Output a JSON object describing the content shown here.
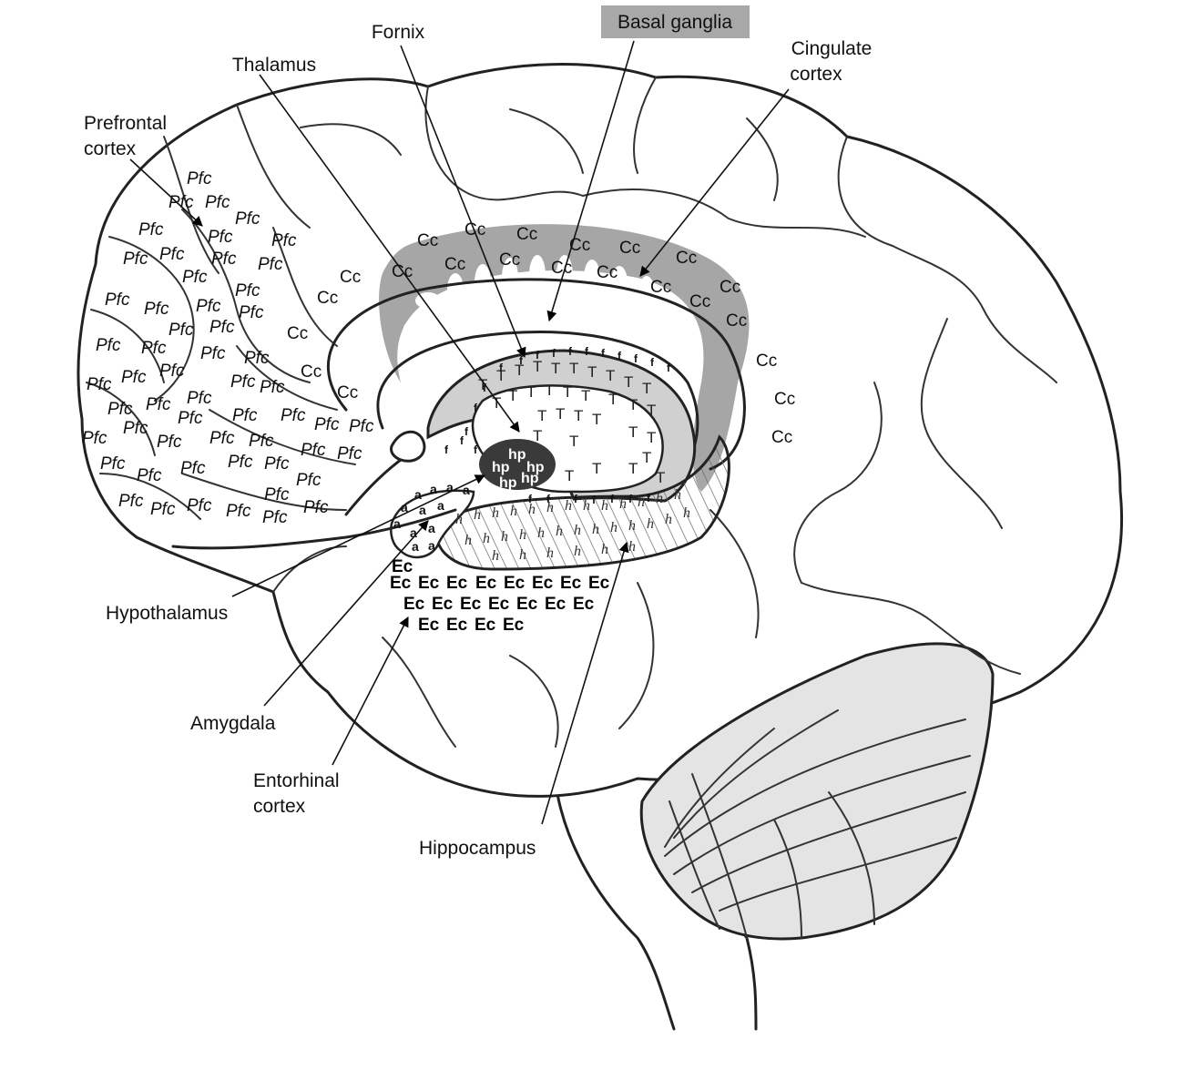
{
  "labels": {
    "basal_ganglia": "Basal ganglia",
    "fornix": "Fornix",
    "thalamus": "Thalamus",
    "cingulate_line1": "Cingulate",
    "cingulate_line2": "cortex",
    "prefrontal_line1": "Prefrontal",
    "prefrontal_line2": "cortex",
    "hypothalamus": "Hypothalamus",
    "amygdala": "Amygdala",
    "entorhinal_line1": "Entorhinal",
    "entorhinal_line2": "cortex",
    "hippocampus": "Hippocampus"
  },
  "region_codes": {
    "prefrontal": "Pfc",
    "cingulate": "Cc",
    "entorhinal": "Ec",
    "thalamus": "T",
    "fornix": "f",
    "amygdala": "a",
    "hypothalamus": "hp",
    "hippocampus": "h"
  },
  "colors": {
    "basal_ganglia_fill": "#a6a6a6",
    "cerebellum_fill": "#e4e4e4",
    "hypothalamus_fill": "#3a3a3a",
    "thalamus_fill": "#d0d0d0",
    "outline": "#222222"
  }
}
